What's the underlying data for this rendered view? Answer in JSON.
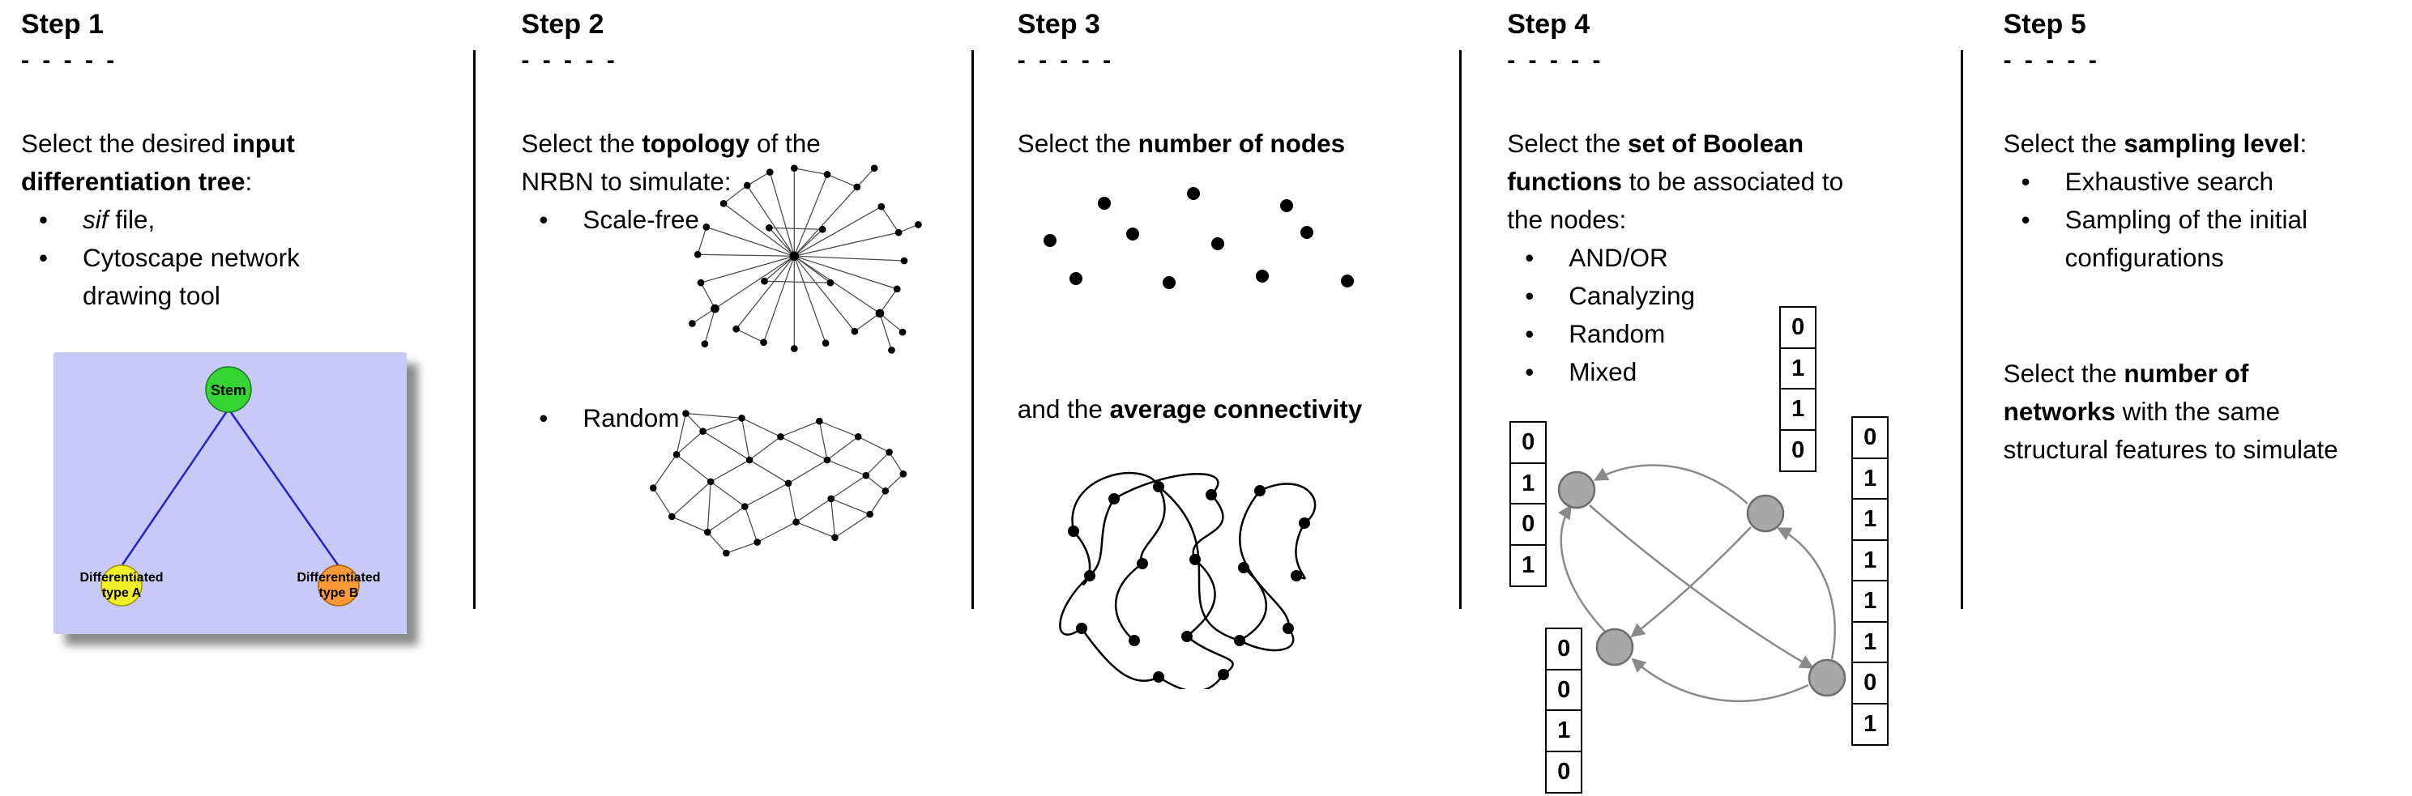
{
  "colors": {
    "tree_bg": "#c9c9f8",
    "tree_edge": "#2323cc",
    "stem_fill": "#33d433",
    "type_a_fill": "#f2ee2a",
    "type_b_fill": "#fb9a37",
    "network_node": "#a8a8a8",
    "network_edge": "#8a8a8a",
    "graph_black": "#000000"
  },
  "steps": [
    {
      "title": "Step 1",
      "dashes": "- - - - -",
      "intro": [
        "Select the desired ",
        "input differentiation tree",
        ":"
      ],
      "bullets": [
        {
          "em": "sif",
          "text": " file,"
        },
        {
          "em": "",
          "text": "Cytoscape network drawing tool"
        }
      ],
      "tree": {
        "stem": "Stem",
        "type_a_line1": "Differentiated",
        "type_a_line2": "type A",
        "type_b_line1": "Differentiated",
        "type_b_line2": "type B"
      }
    },
    {
      "title": "Step 2",
      "dashes": "- - - - -",
      "intro": [
        "Select the ",
        "topology",
        " of the NRBN to simulate:"
      ],
      "bullets": [
        {
          "em": "",
          "text": "Scale-free"
        },
        {
          "em": "",
          "text": "Random"
        }
      ]
    },
    {
      "title": "Step 3",
      "dashes": "- - - - -",
      "intro": [
        "Select the ",
        "number of nodes",
        ""
      ],
      "second": [
        "and the ",
        "average connectivity",
        ""
      ]
    },
    {
      "title": "Step 4",
      "dashes": "- - - - -",
      "intro": [
        "Select the ",
        "set of Boolean functions",
        " to be associated to the nodes:"
      ],
      "bullets": [
        {
          "em": "",
          "text": "AND/OR"
        },
        {
          "em": "",
          "text": "Canalyzing"
        },
        {
          "em": "",
          "text": "Random"
        },
        {
          "em": "",
          "text": "Mixed"
        }
      ],
      "tables": {
        "left": [
          "0",
          "1",
          "0",
          "1"
        ],
        "top": [
          "0",
          "1",
          "1",
          "0"
        ],
        "bottom": [
          "0",
          "0",
          "1",
          "0"
        ],
        "right": [
          "0",
          "1",
          "1",
          "1",
          "1",
          "1",
          "0",
          "1"
        ]
      }
    },
    {
      "title": "Step 5",
      "dashes": "- - - - -",
      "intro": [
        "Select the ",
        "sampling level",
        ":"
      ],
      "bullets": [
        {
          "em": "",
          "text": "Exhaustive search"
        },
        {
          "em": "",
          "text": "Sampling of the initial configurations"
        }
      ],
      "second_lines": [
        [
          "Select the ",
          "number of",
          ""
        ],
        [
          "",
          "networks",
          " with the same"
        ],
        [
          "structural features to simulate",
          "",
          ""
        ]
      ]
    }
  ]
}
